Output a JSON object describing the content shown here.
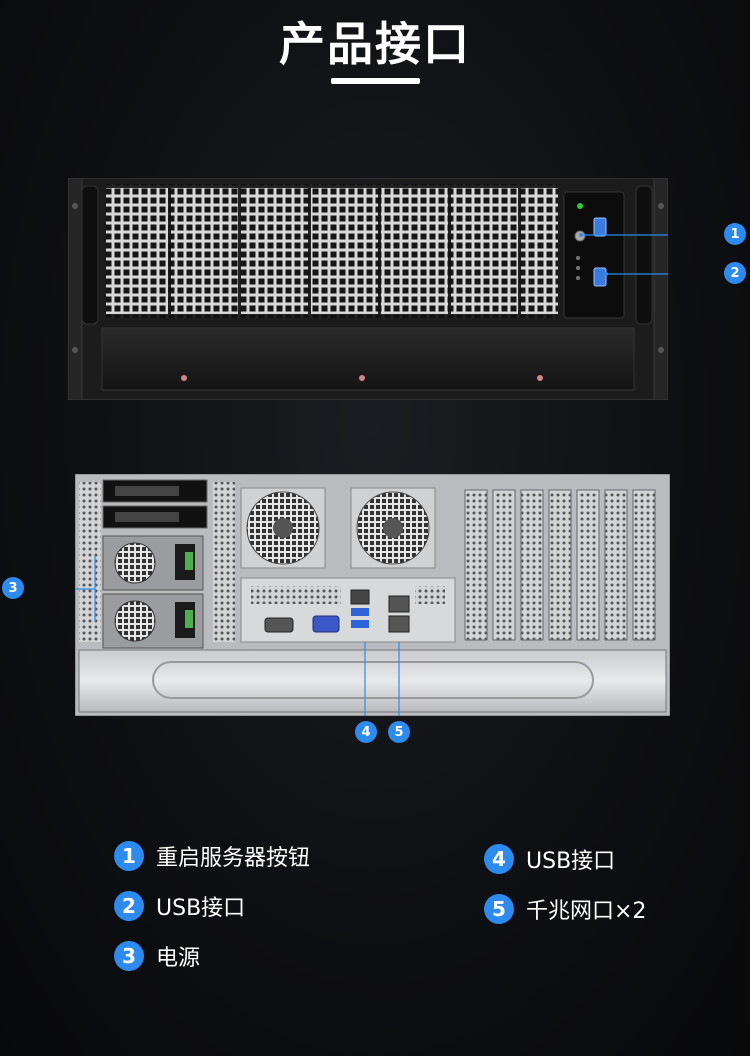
{
  "header": {
    "title": "产品接口"
  },
  "callouts": {
    "front": [
      "1",
      "2"
    ],
    "rear_side": [
      "3"
    ],
    "rear_bottom": [
      "4",
      "5"
    ]
  },
  "legend": [
    {
      "num": "1",
      "label": "重启服务器按钮"
    },
    {
      "num": "2",
      "label": "USB接口"
    },
    {
      "num": "3",
      "label": "电源"
    },
    {
      "num": "4",
      "label": "USB接口"
    },
    {
      "num": "5",
      "label": "千兆网口×2"
    }
  ],
  "colors": {
    "accent": "#2d8bf0",
    "background": "#0e0f12"
  }
}
